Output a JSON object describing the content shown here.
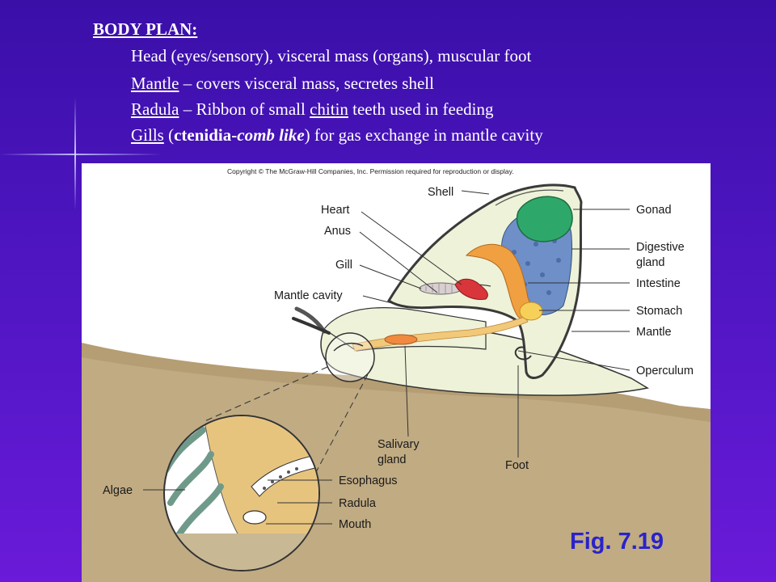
{
  "slide": {
    "heading": "BODY PLAN:",
    "line1": "Head (eyes/sensory), visceral mass (organs), muscular foot",
    "line2": {
      "term": "Mantle",
      "rest": " – covers visceral mass, secretes shell"
    },
    "line3": {
      "term": "Radula",
      "mid": " – Ribbon of small ",
      "term2": "chitin",
      "rest": " teeth used in feeding"
    },
    "line4": {
      "term": "Gills",
      "open": " (",
      "bold": "ctenidia-",
      "italic": "comb like",
      "close": ") for gas exchange in mantle cavity"
    }
  },
  "figure": {
    "copyright": "Copyright © The McGraw-Hill Companies, Inc. Permission required for reproduction or display.",
    "labels": {
      "shell": "Shell",
      "heart": "Heart",
      "anus": "Anus",
      "gill": "Gill",
      "mantle_cavity": "Mantle cavity",
      "gonad": "Gonad",
      "digestive_gland_1": "Digestive",
      "digestive_gland_2": "gland",
      "intestine": "Intestine",
      "stomach": "Stomach",
      "mantle": "Mantle",
      "operculum": "Operculum",
      "salivary_gland_1": "Salivary",
      "salivary_gland_2": "gland",
      "foot": "Foot",
      "algae": "Algae",
      "esophagus": "Esophagus",
      "radula": "Radula",
      "mouth": "Mouth"
    },
    "caption": "Fig. 7.19"
  },
  "colors": {
    "background": "#4a14bc",
    "text": "#ffffff",
    "caption": "#2a23c8",
    "gonad": "#2ea86a",
    "digestive_gland": "#6e8fc8",
    "intestine": "#f0a040",
    "body": "#eef2d8",
    "substrate": "#b8a078"
  }
}
